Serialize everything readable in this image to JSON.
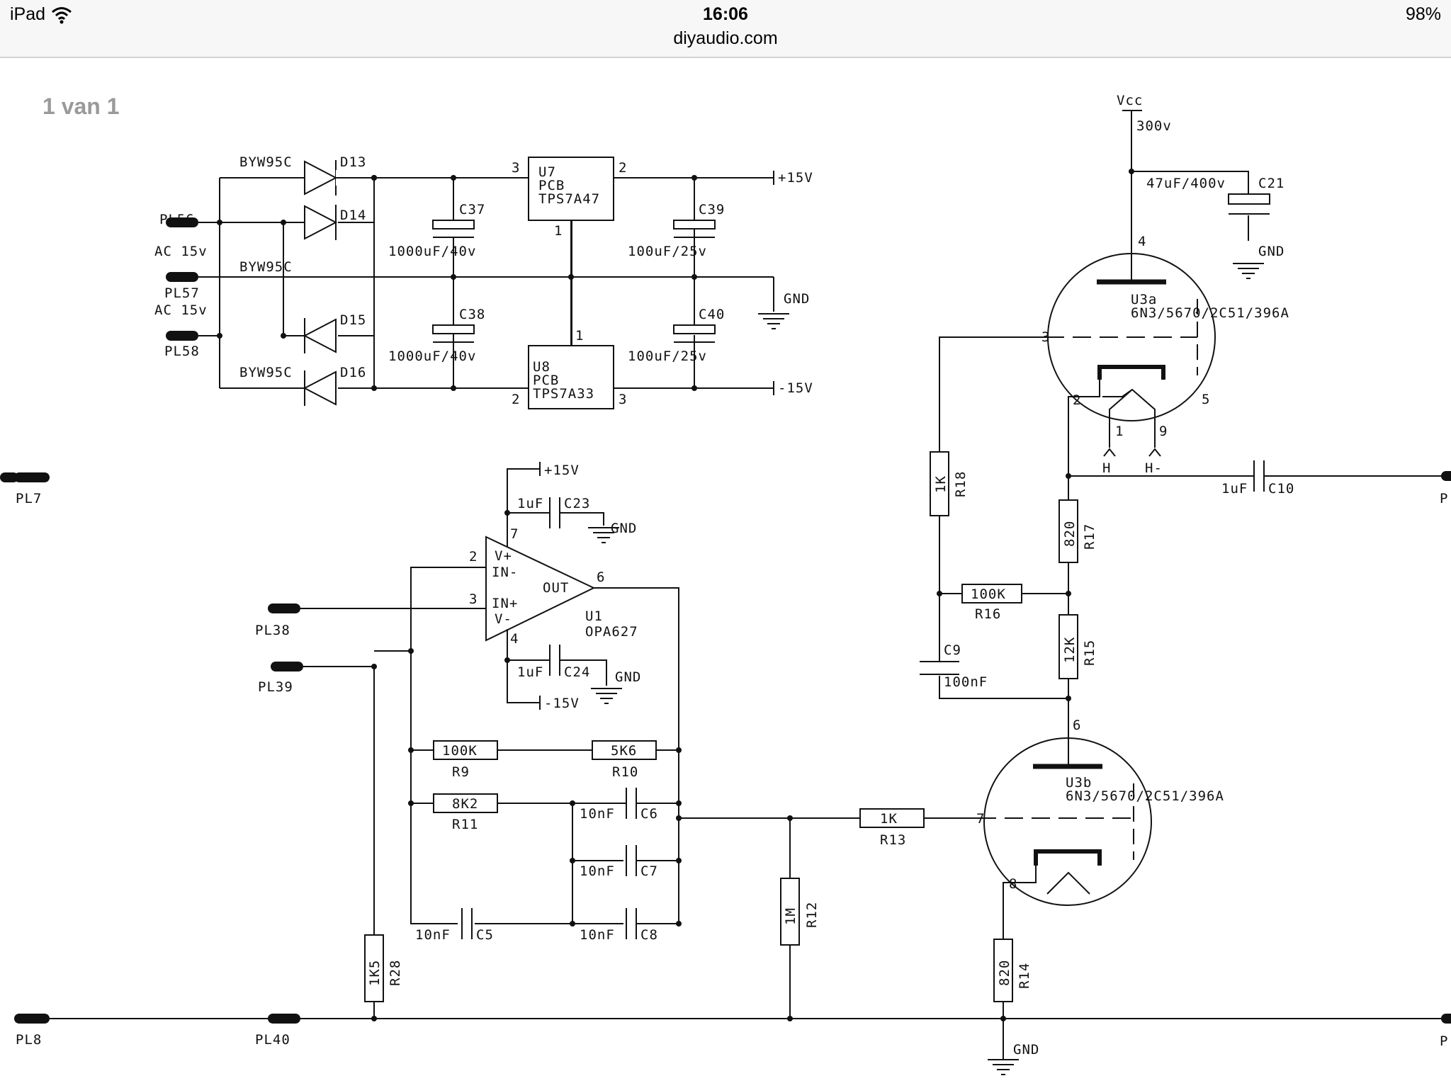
{
  "status_bar": {
    "device": "iPad",
    "time": "16:06",
    "battery": "98%",
    "url": "diyaudio.com",
    "wifi_icon": "wifi-icon"
  },
  "viewer": {
    "page_counter": "1 van 1"
  },
  "schematic": {
    "connectors": {
      "pl56": "PL56",
      "pl57": "PL57",
      "pl58": "PL58",
      "pl7": "PL7",
      "pl8": "PL8",
      "pl38": "PL38",
      "pl39": "PL39",
      "pl40": "PL40",
      "p_right_top": "P",
      "p_right_bottom": "P"
    },
    "ac_labels": {
      "ac1": "AC 15v",
      "ac2": "AC 15v"
    },
    "diodes": {
      "d13": "D13",
      "d14": "D14",
      "d15": "D15",
      "d16": "D16",
      "byw1": "BYW95C",
      "byw2": "BYW95C",
      "byw3": "BYW95C"
    },
    "regulators": {
      "u7": {
        "ref": "U7",
        "pcb": "PCB",
        "part": "TPS7A47",
        "pin_in": "3",
        "pin_out": "2",
        "pin_gnd": "1"
      },
      "u8": {
        "ref": "U8",
        "pcb": "PCB",
        "part": "TPS7A33",
        "pin_in": "2",
        "pin_out": "3",
        "pin_gnd": "1"
      }
    },
    "supply_caps": {
      "c37": "C37",
      "c37v": "1000uF/40v",
      "c38": "C38",
      "c38v": "1000uF/40v",
      "c39": "C39",
      "c39v": "100uF/25v",
      "c40": "C40",
      "c40v": "100uF/25v"
    },
    "rails": {
      "p15": "+15V",
      "m15": "-15V",
      "gnd": "GND",
      "vcc": "Vcc",
      "v300": "300v"
    },
    "opamp": {
      "ref": "U1",
      "part": "OPA627",
      "vplus": "V+",
      "inminus": "IN-",
      "inplus": "IN+",
      "vminus": "V-",
      "out": "OUT",
      "pin2": "2",
      "pin3": "3",
      "pin4": "4",
      "pin6": "6",
      "pin7": "7",
      "c23": "C23",
      "c23v": "1uF",
      "c24": "C24",
      "c24v": "1uF"
    },
    "filter": {
      "r9": "R9",
      "r9v": "100K",
      "r10": "R10",
      "r10v": "5K6",
      "r11": "R11",
      "r11v": "8K2",
      "c5": "C5",
      "c5v": "10nF",
      "c6": "C6",
      "c6v": "10nF",
      "c7": "C7",
      "c7v": "10nF",
      "c8": "C8",
      "c8v": "10nF",
      "r28": "R28",
      "r28v": "1K5",
      "r12": "R12",
      "r12v": "1M",
      "r13": "R13",
      "r13v": "1K"
    },
    "tube": {
      "u3a": "U3a",
      "u3a_part": "6N3/5670/2C51/396A",
      "u3b": "U3b",
      "u3b_part": "6N3/5670/2C51/396A",
      "pin4": "4",
      "pin3": "3",
      "pin2": "2",
      "pin5": "5",
      "pin1": "1",
      "pin9": "9",
      "pin6": "6",
      "pin7": "7",
      "pin8": "8",
      "h": "H",
      "hminus": "H-",
      "c21": "C21",
      "c21v": "47uF/400v",
      "c10": "C10",
      "c10v": "1uF",
      "c9": "C9",
      "c9v": "100nF",
      "r18": "R18",
      "r18v": "1K",
      "r17": "R17",
      "r17v": "820",
      "r16": "R16",
      "r16v": "100K",
      "r15": "R15",
      "r15v": "12K",
      "r14": "R14",
      "r14v": "820"
    }
  }
}
